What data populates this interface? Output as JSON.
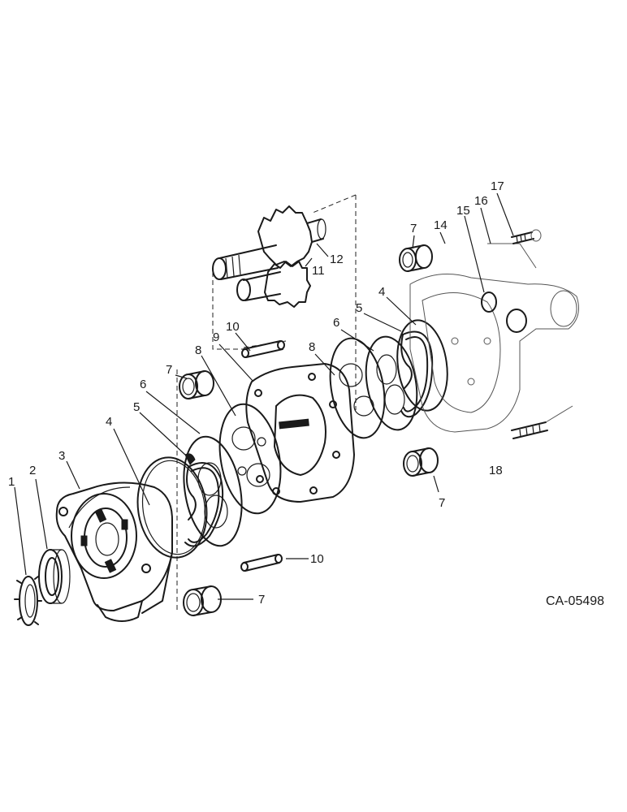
{
  "diagram": {
    "drawing_code": "CA-05498",
    "callouts": {
      "c1": "1",
      "c2": "2",
      "c3": "3",
      "c4a": "4",
      "c4b": "4",
      "c5a": "5",
      "c5b": "5",
      "c6a": "6",
      "c6b": "6",
      "c7a": "7",
      "c7b": "7",
      "c7c": "7",
      "c7d": "7",
      "c8a": "8",
      "c8b": "8",
      "c9": "9",
      "c10a": "10",
      "c10b": "10",
      "c11": "11",
      "c12": "12",
      "c14": "14",
      "c15": "15",
      "c16": "16",
      "c17": "17",
      "c18": "18"
    }
  }
}
